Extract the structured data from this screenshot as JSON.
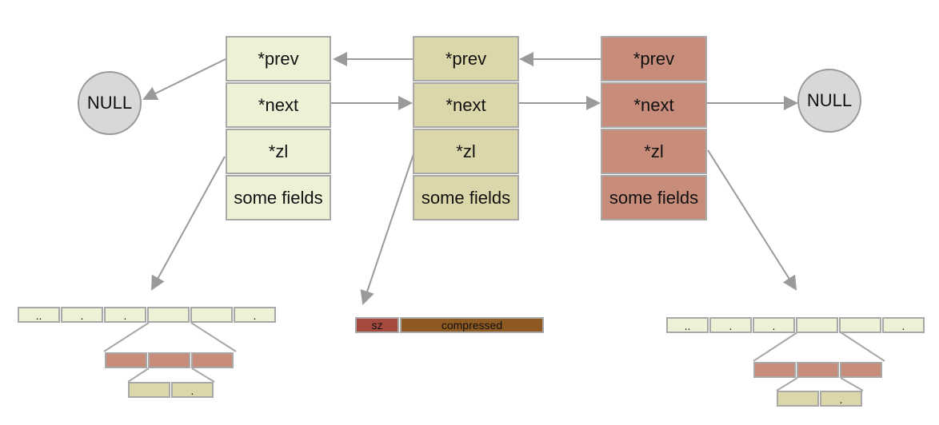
{
  "nodes": [
    {
      "fields": [
        "*prev",
        "*next",
        "*zl",
        "some fields"
      ]
    },
    {
      "fields": [
        "*prev",
        "*next",
        "*zl",
        "some fields"
      ]
    },
    {
      "fields": [
        "*prev",
        "*next",
        "*zl",
        "some fields"
      ]
    }
  ],
  "null_left": "NULL",
  "null_right": "NULL",
  "left_ziplist": {
    "level1": [
      "..",
      ".",
      ".",
      "",
      "",
      "."
    ],
    "level2": [
      "",
      "",
      ""
    ],
    "level3": [
      "",
      "."
    ]
  },
  "right_ziplist": {
    "level1": [
      "..",
      ".",
      ".",
      "",
      "",
      "."
    ],
    "level2": [
      "",
      "",
      ""
    ],
    "level3": [
      "",
      "."
    ]
  },
  "compressed_block": {
    "sz_label": "sz",
    "compressed_label": "compressed"
  },
  "colors": {
    "node1": "#ebf2d5",
    "node2": "#dcd6ab",
    "node3": "#c88c7a",
    "arrow": "#9a9a9a",
    "sz": "#a44a3f",
    "compressed": "#8e5a22"
  }
}
